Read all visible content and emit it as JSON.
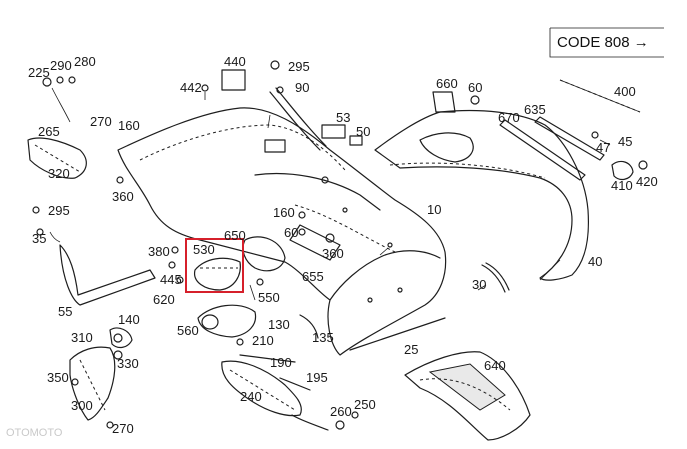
{
  "code_box": {
    "text": "CODE 808 →"
  },
  "labels": [
    {
      "id": "225",
      "text": "225"
    },
    {
      "id": "290",
      "text": "290"
    },
    {
      "id": "280",
      "text": "280"
    },
    {
      "id": "265",
      "text": "265"
    },
    {
      "id": "270a",
      "text": "270"
    },
    {
      "id": "320",
      "text": "320"
    },
    {
      "id": "160a",
      "text": "160"
    },
    {
      "id": "360a",
      "text": "360"
    },
    {
      "id": "295a",
      "text": "295"
    },
    {
      "id": "35",
      "text": "35"
    },
    {
      "id": "55",
      "text": "55"
    },
    {
      "id": "440",
      "text": "440"
    },
    {
      "id": "442",
      "text": "442"
    },
    {
      "id": "295b",
      "text": "295"
    },
    {
      "id": "90",
      "text": "90"
    },
    {
      "id": "53",
      "text": "53"
    },
    {
      "id": "50",
      "text": "50"
    },
    {
      "id": "660",
      "text": "660"
    },
    {
      "id": "60a",
      "text": "60"
    },
    {
      "id": "400",
      "text": "400"
    },
    {
      "id": "670",
      "text": "670"
    },
    {
      "id": "635",
      "text": "635"
    },
    {
      "id": "45",
      "text": "45"
    },
    {
      "id": "47",
      "text": "47"
    },
    {
      "id": "410",
      "text": "410"
    },
    {
      "id": "420",
      "text": "420"
    },
    {
      "id": "10",
      "text": "10"
    },
    {
      "id": "160b",
      "text": "160"
    },
    {
      "id": "60b",
      "text": "60"
    },
    {
      "id": "360b",
      "text": "360"
    },
    {
      "id": "655",
      "text": "655"
    },
    {
      "id": "650",
      "text": "650"
    },
    {
      "id": "530",
      "text": "530"
    },
    {
      "id": "380",
      "text": "380"
    },
    {
      "id": "445",
      "text": "445"
    },
    {
      "id": "620",
      "text": "620"
    },
    {
      "id": "550",
      "text": "550"
    },
    {
      "id": "560",
      "text": "560"
    },
    {
      "id": "130",
      "text": "130"
    },
    {
      "id": "135",
      "text": "135"
    },
    {
      "id": "210",
      "text": "210"
    },
    {
      "id": "190",
      "text": "190"
    },
    {
      "id": "195",
      "text": "195"
    },
    {
      "id": "240",
      "text": "240"
    },
    {
      "id": "25",
      "text": "25"
    },
    {
      "id": "30",
      "text": "30"
    },
    {
      "id": "40",
      "text": "40"
    },
    {
      "id": "640",
      "text": "640"
    },
    {
      "id": "260",
      "text": "260"
    },
    {
      "id": "250",
      "text": "250"
    },
    {
      "id": "310",
      "text": "310"
    },
    {
      "id": "140",
      "text": "140"
    },
    {
      "id": "330",
      "text": "330"
    },
    {
      "id": "350",
      "text": "350"
    },
    {
      "id": "300",
      "text": "300"
    },
    {
      "id": "270b",
      "text": "270"
    }
  ],
  "highlight": {
    "color": "#d6202b",
    "part": "530"
  },
  "watermark": {
    "text": "OTOMOTO"
  }
}
